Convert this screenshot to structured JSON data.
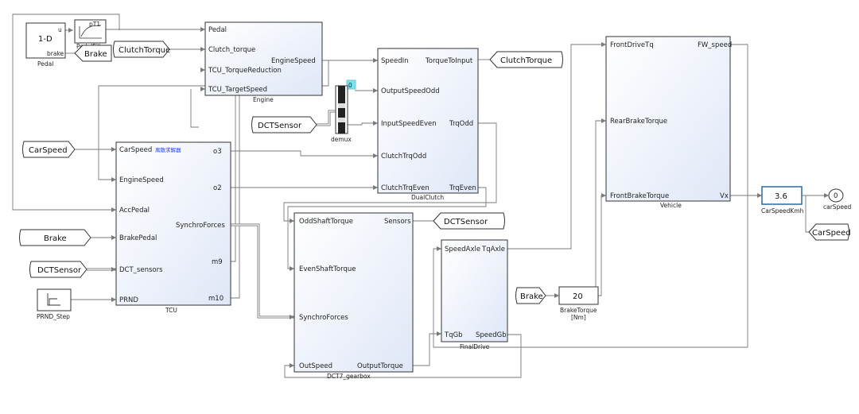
{
  "blocks": {
    "pedal": {
      "label": "Pedal",
      "table": "1-D",
      "port_u": "u",
      "port_brake": "brake"
    },
    "pedal_filter": {
      "label": "PedalFilter",
      "icon": "pT1"
    },
    "engine": {
      "label": "Engine",
      "inputs": [
        "Pedal",
        "Clutch_torque",
        "TCU_TorqueReduction",
        "TCU_TargetSpeed"
      ],
      "outputs": [
        "EngineSpeed"
      ]
    },
    "tcu": {
      "label": "TCU",
      "note": "离散求解器",
      "inputs": [
        "CarSpeed",
        "EngineSpeed",
        "AccPedal",
        "BrakePedal",
        "DCT_sensors",
        "PRND"
      ],
      "outputs": [
        "o3",
        "o2",
        "SynchroForces",
        "m9",
        "m10"
      ]
    },
    "demux": {
      "label": "demux"
    },
    "constant": {
      "value": "0"
    },
    "dual_clutch": {
      "label": "DualClutch",
      "inputs": [
        "SpeedIn",
        "OutputSpeedOdd",
        "InputSpeedEven",
        "ClutchTrqOdd",
        "ClutchTrqEven"
      ],
      "outputs": [
        "TorqueToInput",
        "TrqOdd",
        "TrqEven"
      ]
    },
    "gearbox": {
      "label": "DCT7_gearbox",
      "inputs": [
        "OddShaftTorque",
        "EvenShaftTorque",
        "SynchroForces",
        "OutSpeed"
      ],
      "outputs": [
        "Sensors",
        "OutputTorque"
      ]
    },
    "final_drive": {
      "label": "FinalDrive",
      "ports": [
        "SpeedAxle",
        "TqAxle",
        "TqGb",
        "SpeedGb"
      ]
    },
    "vehicle": {
      "label": "Vehicle",
      "inputs": [
        "FrontDriveTq",
        "RearBrakeTorque",
        "FrontBrakeTorque"
      ],
      "outputs": [
        "FW_speed",
        "Vx"
      ]
    },
    "gain_kmh": {
      "label": "CarSpeedKmh",
      "value": "3.6"
    },
    "gain_brake": {
      "label": "BrakeTorque\n[Nm]",
      "label_line1": "BrakeTorque",
      "label_line2": "[Nm]",
      "value": "20"
    },
    "outport": {
      "label": "carSpeed",
      "value": "0"
    },
    "prnd_step": {
      "label": "PRND_Step"
    }
  },
  "tags": {
    "brake_top": "Brake",
    "clutch_from": "ClutchTorque",
    "clutch_goto": "ClutchTorque",
    "dct_sensor_top": "DCTSensor",
    "car_speed_from": "CarSpeed",
    "brake_mid": "Brake",
    "dct_sensor_left": "DCTSensor",
    "dct_sensor_goto": "DCTSensor",
    "brake_right": "Brake",
    "car_speed_goto": "CarSpeed"
  }
}
